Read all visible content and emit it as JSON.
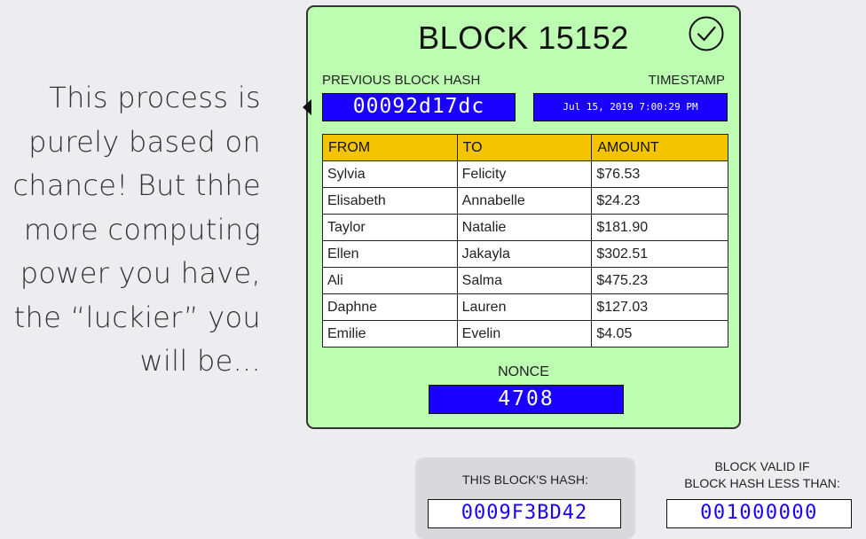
{
  "caption": {
    "lines": [
      "This process is",
      "purely based on",
      "chance! But thhe",
      "more computing",
      "power you have,",
      "the “luckier” you",
      "will be..."
    ]
  },
  "block": {
    "title": "BLOCK 15152",
    "status_icon": "checkmark-circle-icon",
    "previous_hash_label": "PREVIOUS BLOCK HASH",
    "previous_hash": "00092d17dc",
    "timestamp_label": "TIMESTAMP",
    "timestamp": "Jul 15, 2019 7:00:29 PM",
    "table": {
      "headers": [
        "FROM",
        "TO",
        "AMOUNT"
      ],
      "rows": [
        [
          "Sylvia",
          "Felicity",
          "$76.53"
        ],
        [
          "Elisabeth",
          "Annabelle",
          "$24.23"
        ],
        [
          "Taylor",
          "Natalie",
          "$181.90"
        ],
        [
          "Ellen",
          "Jakayla",
          "$302.51"
        ],
        [
          "Ali",
          "Salma",
          "$475.23"
        ],
        [
          "Daphne",
          "Lauren",
          "$127.03"
        ],
        [
          "Emilie",
          "Evelin",
          "$4.05"
        ]
      ]
    },
    "nonce_label": "NONCE",
    "nonce": "4708"
  },
  "hash": {
    "label": "THIS BLOCK'S HASH:",
    "value": "0009F3BD42"
  },
  "validity": {
    "label_line1": "BLOCK VALID IF",
    "label_line2": "BLOCK HASH LESS THAN:",
    "target": "001000000"
  },
  "colors": {
    "block_background": "#bdfdb2",
    "field_blue": "#1a00ff",
    "header_yellow": "#f4c400",
    "page_background": "#ededf0"
  }
}
